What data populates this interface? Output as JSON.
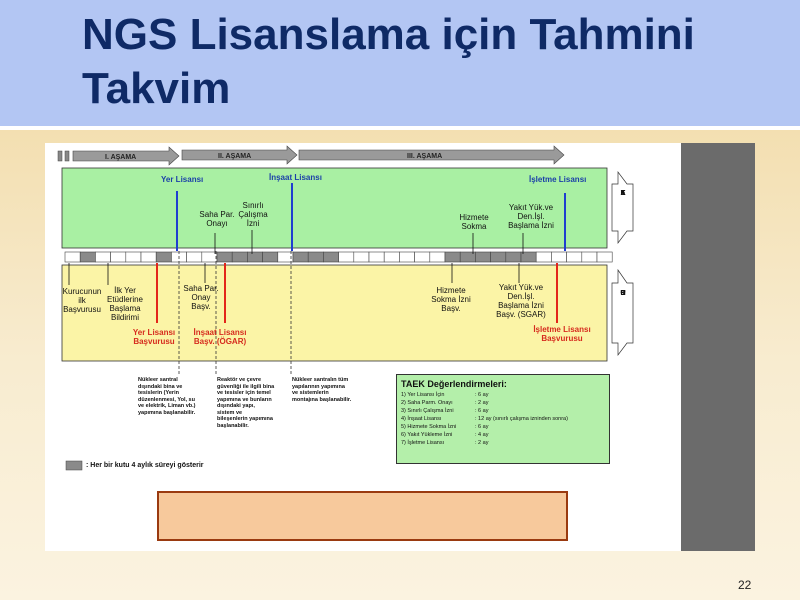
{
  "title": "NGS Lisanslama için Tahmini Takvim",
  "page_number": "22",
  "phases": [
    "I. AŞAMA",
    "II. AŞAMA",
    "III. AŞAMA"
  ],
  "taek_lane": {
    "side_label": "TAEK",
    "milestones_blue": [
      "Yer Lisansı",
      "İnşaat Lisansı",
      "İşletme Lisansı"
    ],
    "milestones": [
      [
        "Saha Par.",
        "Onayı"
      ],
      [
        "Sınırlı",
        "Çalışma",
        "İzni"
      ],
      [
        "Hizmete",
        "Sokma"
      ],
      [
        "Yakıt Yük.ve",
        "Den.İşl.",
        "Başlama İzni"
      ]
    ]
  },
  "kurucu_lane": {
    "side_label": "KURUCU",
    "milestones": [
      [
        "Kurucunun",
        "ilk",
        "Başvurusu"
      ],
      [
        "İlk Yer",
        "Etüdlerine",
        "Başlama",
        "Bildirimi"
      ],
      [
        "Saha Par.",
        "Onay",
        "Başv."
      ],
      [
        "Hizmete",
        "Sokma İzni",
        "Başv."
      ],
      [
        "Yakıt Yük.ve",
        "Den.İşl.",
        "Başlama İzni",
        "Başv. (SGAR)"
      ]
    ],
    "milestones_red": [
      [
        "Yer Lisansı",
        "Başvurusu"
      ],
      [
        "İnşaat Lisansı",
        "Başv. (ÖGAR)"
      ],
      [
        "İşletme Lisansı",
        "Başvurusu"
      ]
    ]
  },
  "notes": [
    [
      "Nükleer santral",
      "dışındaki bina ve",
      "tesislerin (Yerin",
      "düzenlenmesi, Yol, su",
      "ve elektrik, Liman vb.)",
      "yapımına başlanabilir."
    ],
    [
      "Reaktör ve çevre",
      "güvenliği ile ilgili bina",
      "ve tesisler için temel",
      "yapımına ve bunların",
      "dışındaki yapı,",
      "sistem ve",
      "bileşenlerin yapımına",
      "başlanabilir."
    ],
    [
      "Nükleer santralın tüm",
      "yapılarının yapımına",
      "ve sistemlerin",
      "montajına başlanabilir."
    ]
  ],
  "taek_durations": {
    "title": "TAEK Değerlendirmeleri:",
    "items": [
      {
        "name": "1) Yer Lisansı İçin",
        "value": ": 6 ay"
      },
      {
        "name": "2) Saha Parm. Onayı",
        "value": ": 2 ay"
      },
      {
        "name": "3) Sınırlı Çalışma İzni",
        "value": ": 6 ay"
      },
      {
        "name": "4) İnşaat Lisansı",
        "value": ": 12 ay (sınırlı çalışma izninden sonra)"
      },
      {
        "name": "5) Hizmete Sokma İzni",
        "value": ": 6 ay"
      },
      {
        "name": "6) Yakıt Yükleme İzni",
        "value": ": 4 ay"
      },
      {
        "name": "7) İşletme Lisansı",
        "value": ": 2 ay"
      }
    ]
  },
  "box_note": ": Her bir kutu 4 aylık süreyi gösterir",
  "colors": {
    "taek_lane": "#a9f0a3",
    "kurucu_lane": "#fbf4a6",
    "blue_marker": "#1f3fd0",
    "red_marker": "#e3261a"
  }
}
